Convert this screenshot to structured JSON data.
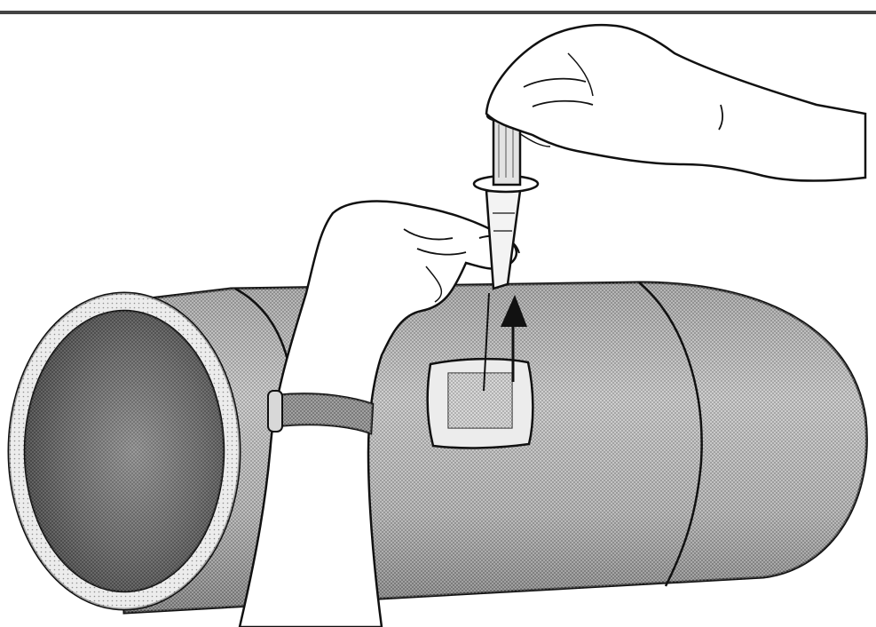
{
  "figure": {
    "style": "black-and-white line drawing with halftone shading",
    "colors": {
      "ink": "#1a1a1a",
      "paper": "#ffffff",
      "pipe_shade_dark": "#555555",
      "pipe_shade_light": "#d9d9d9",
      "patch_fill": "#cfcfcf",
      "band_fill": "#6e6e6e"
    },
    "elements": [
      {
        "name": "header-rule",
        "icon": "horizontal-line"
      },
      {
        "name": "pipe",
        "icon": "cylinder-pipe-icon"
      },
      {
        "name": "pipe-opening",
        "icon": "pipe-end-icon"
      },
      {
        "name": "sample-patch",
        "icon": "square-patch-icon"
      },
      {
        "name": "upward-arrow",
        "icon": "arrow-up-icon"
      },
      {
        "name": "syringe",
        "icon": "syringe-icon"
      },
      {
        "name": "left-hand",
        "icon": "hand-icon"
      },
      {
        "name": "right-hand",
        "icon": "hand-icon"
      },
      {
        "name": "wrist-strap",
        "icon": "band-icon"
      }
    ]
  }
}
